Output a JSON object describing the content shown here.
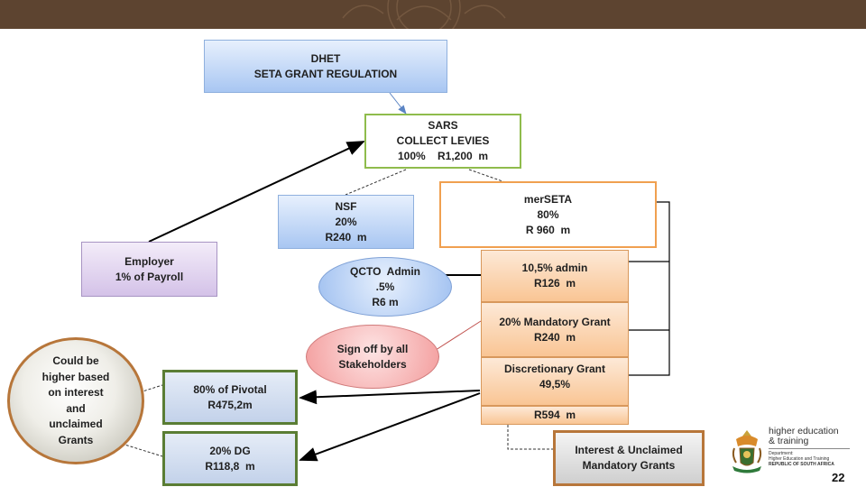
{
  "slide": {
    "page_number": "22"
  },
  "boxes": {
    "dhet": {
      "line1": "DHET",
      "line2": "SETA GRANT REGULATION"
    },
    "sars": {
      "line1": "SARS",
      "line2": "COLLECT LEVIES",
      "line3": "100%    R1,200  m"
    },
    "nsf": {
      "line1": "NSF",
      "line2": "20%",
      "line3": "R240  m"
    },
    "merseta": {
      "line1": "merSETA",
      "line2": "80%",
      "line3": "R 960  m"
    },
    "employer": {
      "line1": "Employer",
      "line2": "1% of Payroll"
    },
    "qcto": {
      "line1": "QCTO  Admin",
      "line2": ".5%",
      "line3": "R6 m"
    },
    "admin": {
      "line1": "10,5% admin",
      "line2": "R126  m"
    },
    "mandatory": {
      "line1": "20% Mandatory Grant",
      "line2": "R240  m"
    },
    "signoff": {
      "line1": "Sign off by all",
      "line2": "Stakeholders"
    },
    "discretionary": {
      "line1": "Discretionary Grant",
      "line2": "49,5%"
    },
    "r594": {
      "line1": "R594  m"
    },
    "pivotal": {
      "line1": "80% of Pivotal",
      "line2": "R475,2m"
    },
    "dg": {
      "line1": "20% DG",
      "line2": "R118,8  m"
    },
    "could_be": {
      "line1": "Could be",
      "line2": "higher based",
      "line3": "on interest",
      "line4": "and",
      "line5": "unclaimed",
      "line6": "Grants"
    },
    "interest": {
      "line1": "Interest & Unclaimed",
      "line2": "Mandatory Grants"
    }
  },
  "logo": {
    "line1": "higher education",
    "line2": "& training",
    "line3": "Department:",
    "line4": "Higher Education and Training",
    "line5": "REPUBLIC OF SOUTH AFRICA"
  },
  "colors": {
    "header_bar": "#5d4430",
    "arrow": "#000000",
    "green_border": "#8fbc4c",
    "orange_border": "#f0a050"
  }
}
